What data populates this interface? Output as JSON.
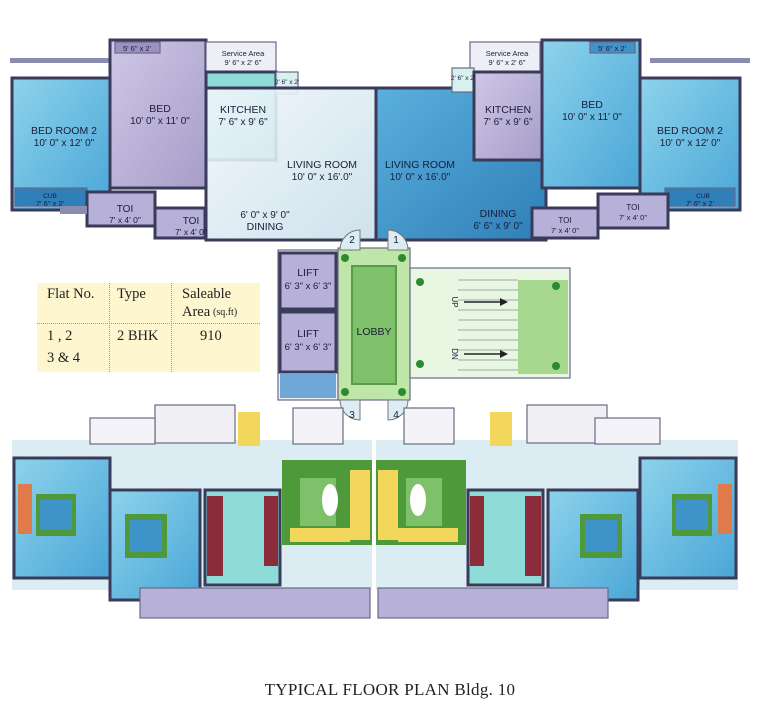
{
  "rooms": {
    "top_left": {
      "bed_room_2": {
        "name": "BED ROOM 2",
        "size": "10' 0\" x 12' 0\""
      },
      "bed": {
        "name": "BED",
        "size": "10' 0\" x 11' 0\""
      },
      "kitchen": {
        "name": "KITCHEN",
        "size": "7' 6\" x 9' 6\""
      },
      "service_area": {
        "name": "Service Area",
        "size": "9' 6\" x 2' 6\""
      },
      "wardrobe": "5' 6\" x 2'",
      "kitchen_nook": "2' 6\" x 2'",
      "living_room": {
        "name": "LIVING ROOM",
        "size": "10' 0\" x 16'.0\""
      },
      "dining": {
        "name": "DINING",
        "size": "6' 0\" x 9' 0\""
      },
      "cub": {
        "name": "CUB",
        "size": "7' 6\" x 2'"
      },
      "toi_1": {
        "name": "TOI",
        "size": "7' x 4' 0\""
      },
      "toi_2": {
        "name": "TOI",
        "size": "7' x 4' 0\""
      }
    },
    "top_right": {
      "bed_room_2": {
        "name": "BED ROOM 2",
        "size": "10' 0\" x 12' 0\""
      },
      "bed": {
        "name": "BED",
        "size": "10' 0\" x 11' 0\""
      },
      "kitchen": {
        "name": "KITCHEN",
        "size": "7' 6\" x 9' 6\""
      },
      "service_area": {
        "name": "Service Area",
        "size": "9' 6\" x 2' 6\""
      },
      "wardrobe": "5' 6\" x 2'",
      "kitchen_nook": "2' 6\" x 2'",
      "living_room": {
        "name": "LIVING ROOM",
        "size": "10' 0\" x 16'.0\""
      },
      "dining": {
        "name": "DINING",
        "size": "6' 6\" x 9' 0\""
      },
      "cub": {
        "name": "CUB",
        "size": "7' 6\" x 2'"
      },
      "toi_1": {
        "name": "TOI",
        "size": "7' x 4' 0\""
      },
      "toi_2": {
        "name": "TOI",
        "size": "7' x 4' 0\""
      }
    },
    "core": {
      "lift_1": {
        "name": "LIFT",
        "size": "6' 3\" x 6' 3\""
      },
      "lift_2": {
        "name": "LIFT",
        "size": "6' 3\" x 6' 3\""
      },
      "lobby": "LOBBY",
      "stair_up": "UP",
      "stair_down": "DN"
    },
    "flat_numbers": [
      "1",
      "2",
      "3",
      "4"
    ]
  },
  "table": {
    "headers": {
      "flat_no": "Flat No.",
      "type": "Type",
      "saleable_1": "Saleable",
      "saleable_2": "Area",
      "saleable_unit": "(sq.ft)"
    },
    "row": {
      "flats_1": "1 , 2",
      "flats_2": "3 & 4",
      "type": "2 BHK",
      "area": "910"
    }
  },
  "caption": "TYPICAL FLOOR PLAN Bldg. 10",
  "colors": {
    "water_blue": "#6fc3e3",
    "deep_blue": "#3e94c8",
    "lavender": "#b5acd2",
    "aqua_kitchen": "#8fdbd8",
    "pale_floor": "#dcecf3",
    "lobby_green": "#8fcf7a",
    "sofa_yellow": "#f3d65c",
    "carpet_green": "#4e9a3a",
    "wall": "#3a3a5a",
    "table_bg": "#fdf6cf"
  }
}
